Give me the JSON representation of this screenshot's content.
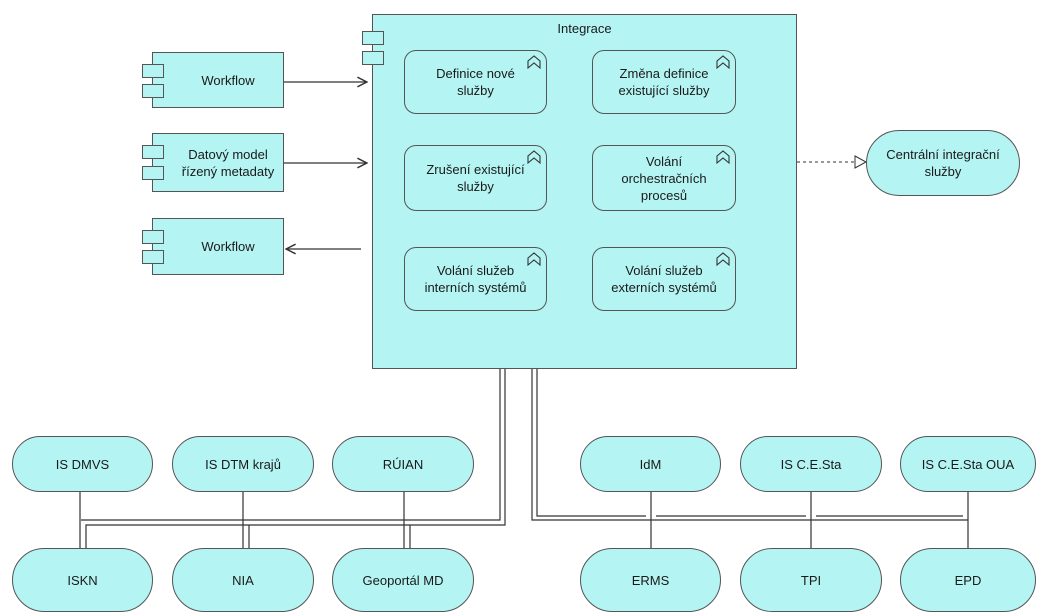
{
  "integrace": {
    "title": "Integrace",
    "functions": [
      {
        "label": "Definice nové služby"
      },
      {
        "label": "Změna definice existující služby"
      },
      {
        "label": "Zrušení existující služby"
      },
      {
        "label": "Volání orchestračních procesů"
      },
      {
        "label": "Volání služeb interních systémů"
      },
      {
        "label": "Volání služeb externích systémů"
      }
    ]
  },
  "left_components": [
    {
      "label": "Workflow"
    },
    {
      "label": "Datový model řízený metadaty"
    },
    {
      "label": "Workflow"
    }
  ],
  "central_service": {
    "label": "Centrální integrační služby"
  },
  "systems_left_top": [
    {
      "label": "IS DMVS"
    },
    {
      "label": "IS DTM krajů"
    },
    {
      "label": "RÚIAN"
    }
  ],
  "systems_left_bottom": [
    {
      "label": "ISKN"
    },
    {
      "label": "NIA"
    },
    {
      "label": "Geoportál MD"
    }
  ],
  "systems_right_top": [
    {
      "label": "IdM"
    },
    {
      "label": "IS C.E.Sta"
    },
    {
      "label": "IS C.E.Sta OUA"
    }
  ],
  "systems_right_bottom": [
    {
      "label": "ERMS"
    },
    {
      "label": "TPI"
    },
    {
      "label": "EPD"
    }
  ],
  "colors": {
    "fill": "#b4f5f3",
    "stroke": "#555555"
  }
}
